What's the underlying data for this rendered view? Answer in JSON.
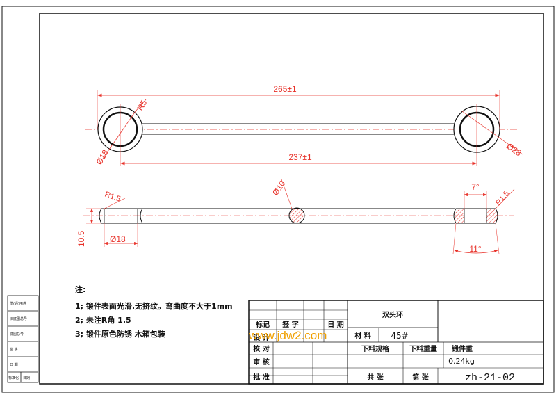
{
  "drawing": {
    "part_name": "双头环",
    "material_label": "材 料",
    "material_value": "45#",
    "drawing_number": "zh-21-02",
    "weight_label": "锻件重",
    "weight_value": "0.24kg",
    "blank_spec_label": "下料规格",
    "blank_weight_label": "下料重量",
    "watermark": "www.jdw2.com"
  },
  "dimensions": {
    "overall_length": "265±1",
    "center_distance": "237±1",
    "top_fillet": "R5",
    "left_eye_dia": "Ø18",
    "right_eye_dia": "Ø28",
    "shank_dia": "Ø10",
    "left_fillet": "R1.5",
    "right_fillet": "R1.5",
    "left_height": "10.5",
    "left_end_dia": "Ø18",
    "angle_inner": "7°",
    "angle_outer": "11°"
  },
  "notes": {
    "heading": "注:",
    "items": [
      "1; 锻件表面光滑.无挤纹。弯曲度不大于1mm",
      "2; 未注R角 1.5",
      "3; 锻件原色防锈 木箱包装"
    ]
  },
  "title_block": {
    "mark": "标记",
    "sign": "签 字",
    "date": "日 期",
    "design": "设 计",
    "check": "校 对",
    "review": "审 核",
    "approve": "批 准",
    "total_sheets": "共    张",
    "sheet_no": "第    张"
  },
  "side_strip": [
    "借(通)用件",
    "旧底图总号",
    "底图总号",
    "签 字",
    "日 期"
  ],
  "side_strip_bottom": [
    "标准化",
    "日期"
  ]
}
